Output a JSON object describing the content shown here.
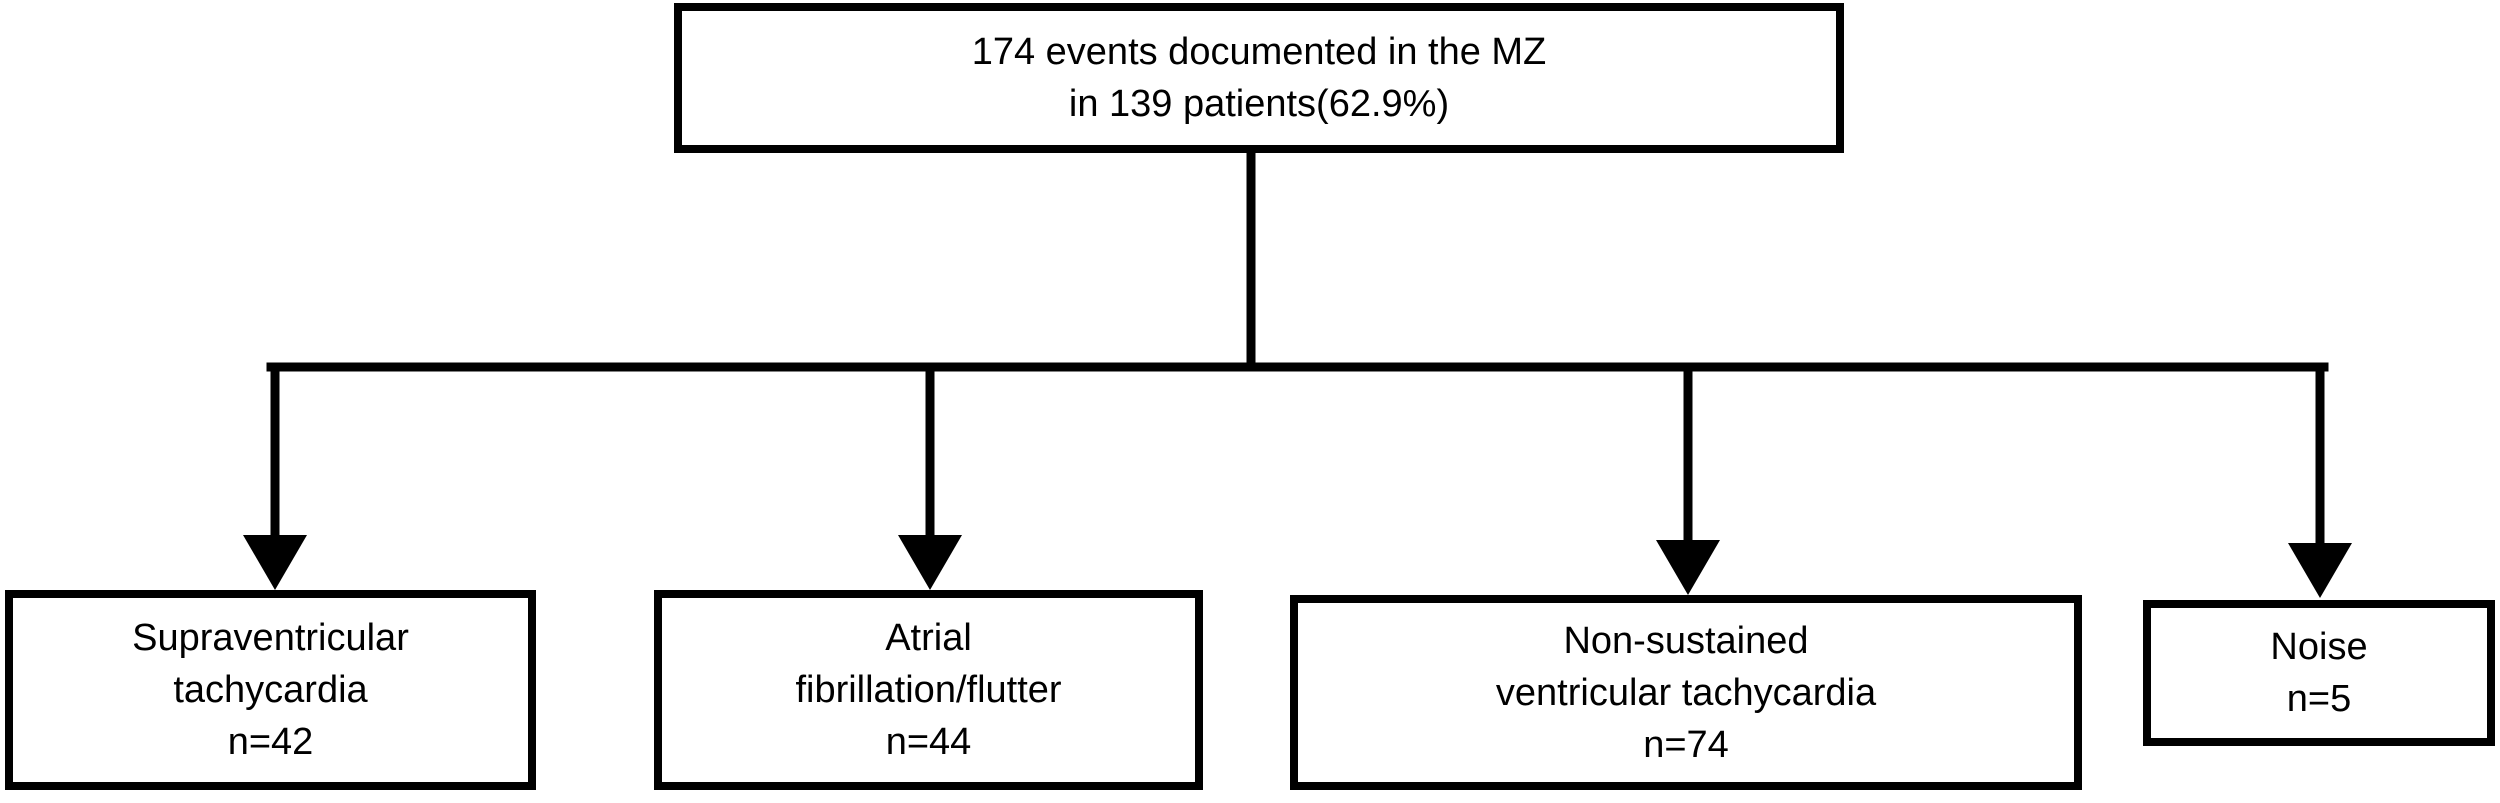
{
  "top": {
    "line1": "174 events documented in the MZ",
    "line2": "in 139 patients(62.9%)"
  },
  "categories": [
    {
      "line1": "Supraventricular",
      "line2": "tachycardia",
      "count": "n=42"
    },
    {
      "line1": "Atrial",
      "line2": "fibrillation/flutter",
      "count": "n=44"
    },
    {
      "line1": "Non-sustained",
      "line2": "ventricular tachycardia",
      "count": "n=74"
    },
    {
      "line1": "Noise",
      "count": "n=5"
    }
  ]
}
